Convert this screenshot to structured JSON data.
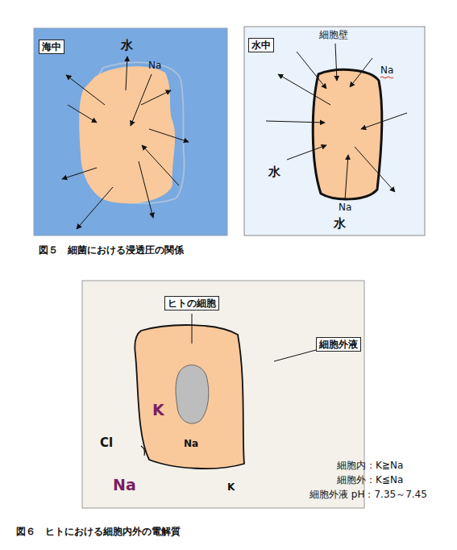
{
  "diagram": {
    "nodes": [
      {
        "text": [
          "海中",
          "水",
          "Na"
        ]
      },
      {
        "text": [
          "水中",
          "細胞壁",
          "Na",
          "水",
          "Na",
          "水"
        ]
      },
      {
        "text": [
          "細胞外液",
          "Cl",
          "Na",
          "K"
        ]
      },
      {
        "text": [
          "ヒトの細胞",
          "K",
          "Na"
        ],
        "in": 2
      }
    ],
    "labels": [
      "図５　細菌における浸透圧の関係",
      "細胞内：K≧Na",
      "細胞外：K≦Na",
      "細胞外液 pH：7.35～7.45",
      "図６　ヒトにおける細胞内外の電解質"
    ]
  }
}
